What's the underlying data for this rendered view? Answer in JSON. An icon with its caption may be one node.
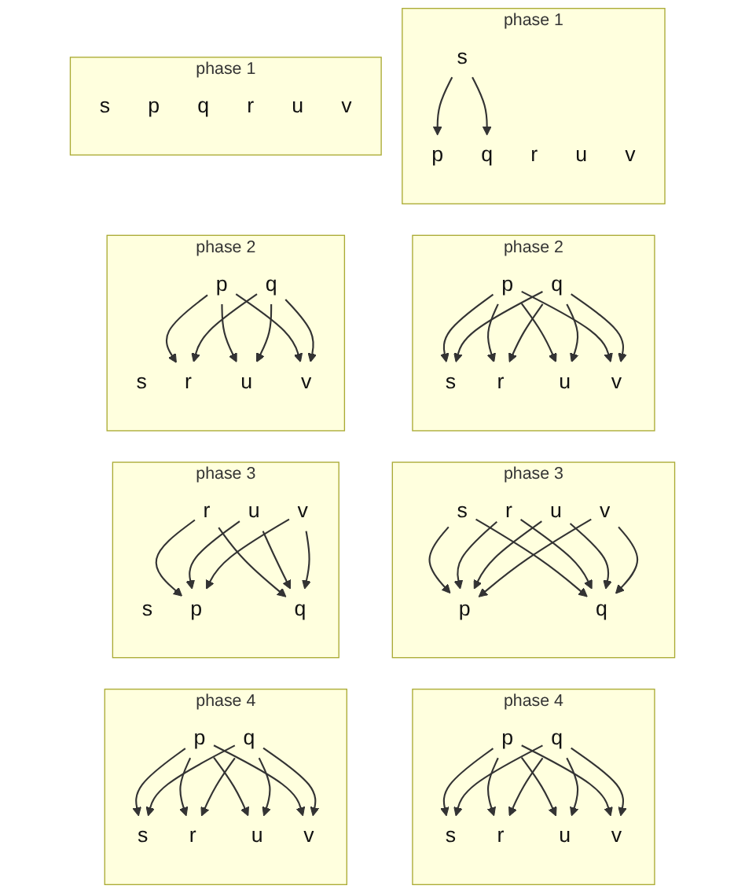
{
  "diagram": {
    "nodes": [
      {
        "text": [
          "phase 1"
        ]
      },
      {
        "text": [
          "s"
        ],
        "in": 0
      },
      {
        "text": [
          "p"
        ],
        "in": 0
      },
      {
        "text": [
          "q"
        ],
        "in": 0
      },
      {
        "text": [
          "r"
        ],
        "in": 0
      },
      {
        "text": [
          "u"
        ],
        "in": 0
      },
      {
        "text": [
          "v"
        ],
        "in": 0
      },
      {
        "text": [
          "phase 1"
        ]
      },
      {
        "text": [
          "s"
        ],
        "in": 7
      },
      {
        "text": [
          "p"
        ],
        "in": 7
      },
      {
        "text": [
          "q"
        ],
        "in": 7
      },
      {
        "text": [
          "r"
        ],
        "in": 7
      },
      {
        "text": [
          "u"
        ],
        "in": 7
      },
      {
        "text": [
          "v"
        ],
        "in": 7
      },
      {
        "text": [
          "phase 2"
        ]
      },
      {
        "text": [
          "s"
        ],
        "in": 14
      },
      {
        "text": [
          "p"
        ],
        "in": 14
      },
      {
        "text": [
          "q"
        ],
        "in": 14
      },
      {
        "text": [
          "r"
        ],
        "in": 14
      },
      {
        "text": [
          "u"
        ],
        "in": 14
      },
      {
        "text": [
          "v"
        ],
        "in": 14
      },
      {
        "text": [
          "phase 2"
        ]
      },
      {
        "text": [
          "s"
        ],
        "in": 21
      },
      {
        "text": [
          "p"
        ],
        "in": 21
      },
      {
        "text": [
          "q"
        ],
        "in": 21
      },
      {
        "text": [
          "r"
        ],
        "in": 21
      },
      {
        "text": [
          "u"
        ],
        "in": 21
      },
      {
        "text": [
          "v"
        ],
        "in": 21
      },
      {
        "text": [
          "phase 3"
        ]
      },
      {
        "text": [
          "s"
        ],
        "in": 28
      },
      {
        "text": [
          "p"
        ],
        "in": 28
      },
      {
        "text": [
          "q"
        ],
        "in": 28
      },
      {
        "text": [
          "r"
        ],
        "in": 28
      },
      {
        "text": [
          "u"
        ],
        "in": 28
      },
      {
        "text": [
          "v"
        ],
        "in": 28
      },
      {
        "text": [
          "phase 3"
        ]
      },
      {
        "text": [
          "s"
        ],
        "in": 35
      },
      {
        "text": [
          "p"
        ],
        "in": 35
      },
      {
        "text": [
          "q"
        ],
        "in": 35
      },
      {
        "text": [
          "r"
        ],
        "in": 35
      },
      {
        "text": [
          "u"
        ],
        "in": 35
      },
      {
        "text": [
          "v"
        ],
        "in": 35
      },
      {
        "text": [
          "phase 4"
        ]
      },
      {
        "text": [
          "s"
        ],
        "in": 42
      },
      {
        "text": [
          "p"
        ],
        "in": 42
      },
      {
        "text": [
          "q"
        ],
        "in": 42
      },
      {
        "text": [
          "r"
        ],
        "in": 42
      },
      {
        "text": [
          "u"
        ],
        "in": 42
      },
      {
        "text": [
          "v"
        ],
        "in": 42
      },
      {
        "text": [
          "phase 4"
        ]
      },
      {
        "text": [
          "s"
        ],
        "in": 49
      },
      {
        "text": [
          "p"
        ],
        "in": 49
      },
      {
        "text": [
          "q"
        ],
        "in": 49
      },
      {
        "text": [
          "r"
        ],
        "in": 49
      },
      {
        "text": [
          "u"
        ],
        "in": 49
      },
      {
        "text": [
          "v"
        ],
        "in": 49
      }
    ],
    "edges": [
      {
        "from": 1,
        "to": 2,
        "arrow": "to"
      },
      {
        "from": 1,
        "to": 3,
        "arrow": "to"
      },
      {
        "from": 16,
        "to": 15,
        "arrow": "to"
      },
      {
        "from": 17,
        "to": 15,
        "arrow": "to"
      },
      {
        "from": 16,
        "to": 18,
        "arrow": "to"
      },
      {
        "from": 16,
        "to": 19,
        "arrow": "to"
      },
      {
        "from": 16,
        "to": 20,
        "arrow": "to"
      },
      {
        "from": 17,
        "to": 18,
        "arrow": "to"
      },
      {
        "from": 17,
        "to": 19,
        "arrow": "to"
      },
      {
        "from": 17,
        "to": 20,
        "arrow": "to"
      },
      {
        "from": 23,
        "to": 25,
        "arrow": "to"
      },
      {
        "from": 23,
        "to": 26,
        "arrow": "to"
      },
      {
        "from": 23,
        "to": 27,
        "arrow": "to"
      },
      {
        "from": 24,
        "to": 25,
        "arrow": "to"
      },
      {
        "from": 24,
        "to": 26,
        "arrow": "to"
      },
      {
        "from": 24,
        "to": 27,
        "arrow": "to"
      },
      {
        "from": 29,
        "to": 30,
        "arrow": "to"
      },
      {
        "from": 29,
        "to": 31,
        "arrow": "to"
      },
      {
        "from": 32,
        "to": 30,
        "arrow": "to"
      },
      {
        "from": 32,
        "to": 31,
        "arrow": "to"
      },
      {
        "from": 33,
        "to": 30,
        "arrow": "to"
      },
      {
        "from": 33,
        "to": 31,
        "arrow": "to"
      },
      {
        "from": 34,
        "to": 30,
        "arrow": "to"
      },
      {
        "from": 34,
        "to": 31,
        "arrow": "to"
      },
      {
        "from": 39,
        "to": 37,
        "arrow": "to"
      },
      {
        "from": 39,
        "to": 38,
        "arrow": "to"
      },
      {
        "from": 40,
        "to": 37,
        "arrow": "to"
      },
      {
        "from": 40,
        "to": 38,
        "arrow": "to"
      },
      {
        "from": 41,
        "to": 37,
        "arrow": "to"
      },
      {
        "from": 41,
        "to": 38,
        "arrow": "to"
      },
      {
        "from": 44,
        "to": 43,
        "arrow": "to"
      },
      {
        "from": 45,
        "to": 43,
        "arrow": "to"
      },
      {
        "from": 44,
        "to": 46,
        "arrow": "to"
      },
      {
        "from": 44,
        "to": 47,
        "arrow": "to"
      },
      {
        "from": 44,
        "to": 48,
        "arrow": "to"
      },
      {
        "from": 45,
        "to": 46,
        "arrow": "to"
      },
      {
        "from": 45,
        "to": 47,
        "arrow": "to"
      },
      {
        "from": 45,
        "to": 48,
        "arrow": "to"
      },
      {
        "from": 51,
        "to": 50,
        "arrow": "to"
      },
      {
        "from": 52,
        "to": 50,
        "arrow": "to"
      },
      {
        "from": 51,
        "to": 53,
        "arrow": "to"
      },
      {
        "from": 51,
        "to": 54,
        "arrow": "to"
      },
      {
        "from": 51,
        "to": 55,
        "arrow": "to"
      },
      {
        "from": 52,
        "to": 53,
        "arrow": "to"
      },
      {
        "from": 52,
        "to": 54,
        "arrow": "to"
      },
      {
        "from": 52,
        "to": 55,
        "arrow": "to"
      }
    ]
  }
}
